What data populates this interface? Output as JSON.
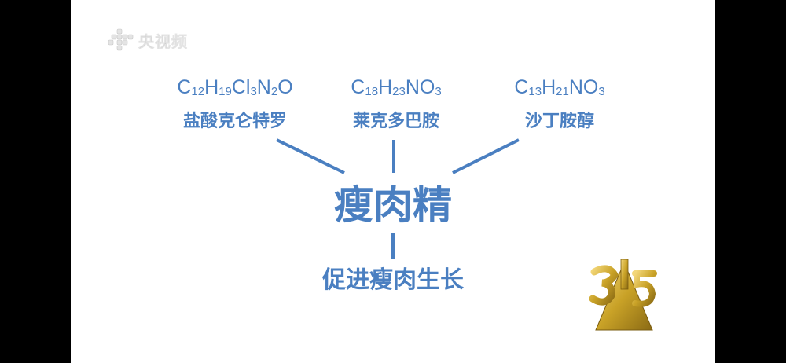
{
  "watermark": {
    "text": "央视频"
  },
  "compounds": [
    {
      "formula_parts": [
        {
          "t": "C",
          "sub": "12"
        },
        {
          "t": "H",
          "sub": "19"
        },
        {
          "t": "Cl",
          "sub": "3"
        },
        {
          "t": "N",
          "sub": "2"
        },
        {
          "t": "O",
          "sub": ""
        }
      ],
      "name": "盐酸克仑特罗"
    },
    {
      "formula_parts": [
        {
          "t": "C",
          "sub": "18"
        },
        {
          "t": "H",
          "sub": "23"
        },
        {
          "t": "NO",
          "sub": "3"
        }
      ],
      "name": "莱克多巴胺"
    },
    {
      "formula_parts": [
        {
          "t": "C",
          "sub": "13"
        },
        {
          "t": "H",
          "sub": "21"
        },
        {
          "t": "NO",
          "sub": "3"
        }
      ],
      "name": "沙丁胺醇"
    }
  ],
  "center": {
    "label": "瘦肉精"
  },
  "effect": {
    "label": "促进瘦肉生长"
  },
  "colors": {
    "primary": "#4a7fc1",
    "logo_gold": "#c9a227"
  },
  "icons": {
    "watermark_logo": "cctv-app-logo-icon",
    "event_logo": "315-trophy-logo-icon"
  }
}
